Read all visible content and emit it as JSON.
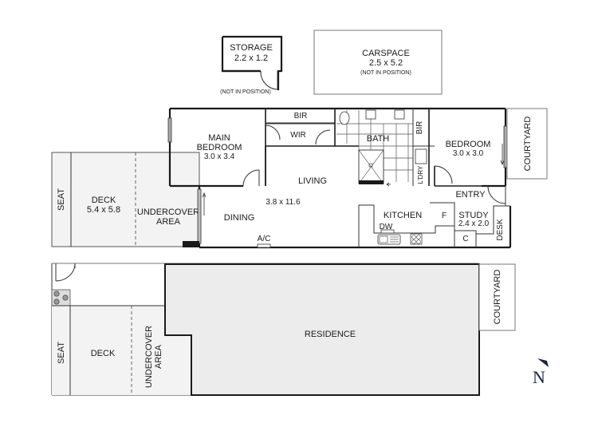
{
  "floor_plan": {
    "detached": {
      "storage": {
        "name": "STORAGE",
        "size": "2.2 x 1.2",
        "note": "(NOT IN POSITION)"
      },
      "carspace": {
        "name": "CARSPACE",
        "size": "2.5 x 5.2",
        "note": "(NOT IN POSITION)"
      }
    },
    "rooms": {
      "main_bedroom": {
        "name_line1": "MAIN",
        "name_line2": "BEDROOM",
        "size": "3.0 x 3.4"
      },
      "bir_top": {
        "name": "BIR"
      },
      "wir": {
        "name": "WIR"
      },
      "bath": {
        "name": "BATH"
      },
      "bir_side": {
        "name": "BIR"
      },
      "laundry": {
        "name": "L'DRY"
      },
      "bedroom": {
        "name": "BEDROOM",
        "size": "3.0 x 3.0"
      },
      "courtyard": {
        "name": "COURTYARD"
      },
      "living": {
        "name": "LIVING",
        "size": "3.8 x 11.6"
      },
      "dining": {
        "name": "DINING"
      },
      "ac": {
        "name": "A/C"
      },
      "kitchen": {
        "name": "KITCHEN",
        "fridge": "F",
        "dishwasher": "DW"
      },
      "entry": {
        "name": "ENTRY"
      },
      "study": {
        "name": "STUDY",
        "size": "2.4 x 2.0",
        "cupboard": "C",
        "desk": "DESK"
      },
      "deck": {
        "name": "DECK",
        "size": "5.4 x 5.8"
      },
      "undercover": {
        "line1": "UNDERCOVER",
        "line2": "AREA"
      },
      "seat": {
        "name": "SEAT"
      }
    }
  },
  "site_plan": {
    "residence": {
      "name": "RESIDENCE"
    },
    "courtyard": {
      "name": "COURTYARD"
    },
    "deck": {
      "name": "DECK"
    },
    "undercover": {
      "line1": "UNDERCOVER",
      "line2": "AREA"
    },
    "seat": {
      "name": "SEAT"
    }
  },
  "compass": {
    "label": "N"
  },
  "colors": {
    "wall": "#1a1a1a",
    "outdoor_fill": "#f3f3f3",
    "residence_fill": "#ececec"
  }
}
